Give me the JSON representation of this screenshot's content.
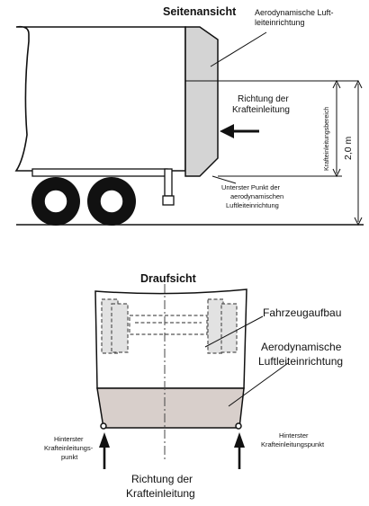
{
  "side_view": {
    "title": "Seitenansicht",
    "label_device_1": "Aerodynamische Luft-",
    "label_device_2": "leiteinrichtung",
    "label_direction_1": "Richtung der",
    "label_direction_2": "Krafteinleitung",
    "label_zone": "Krafteinleitungsbereich",
    "label_height": "2,0 m",
    "label_lowest_1": "Unterster Punkt der",
    "label_lowest_2": "aerodynamischen",
    "label_lowest_3": "Luftleiteinrichtung"
  },
  "top_view": {
    "title": "Draufsicht",
    "label_body": "Fahrzeugaufbau",
    "label_device_1": "Aerodynamische",
    "label_device_2": "Luftleiteinrichtung",
    "label_left_1": "Hinterster",
    "label_left_2": "Krafteinleitungs-",
    "label_left_3": "punkt",
    "label_right_1": "Hinterster",
    "label_right_2": "Krafteinleitungspunkt",
    "label_direction_1": "Richtung der",
    "label_direction_2": "Krafteinleitung"
  },
  "colors": {
    "device_fill": "#d4d4d4",
    "device_fill_top": "#d8cfcb",
    "line": "#111111"
  }
}
